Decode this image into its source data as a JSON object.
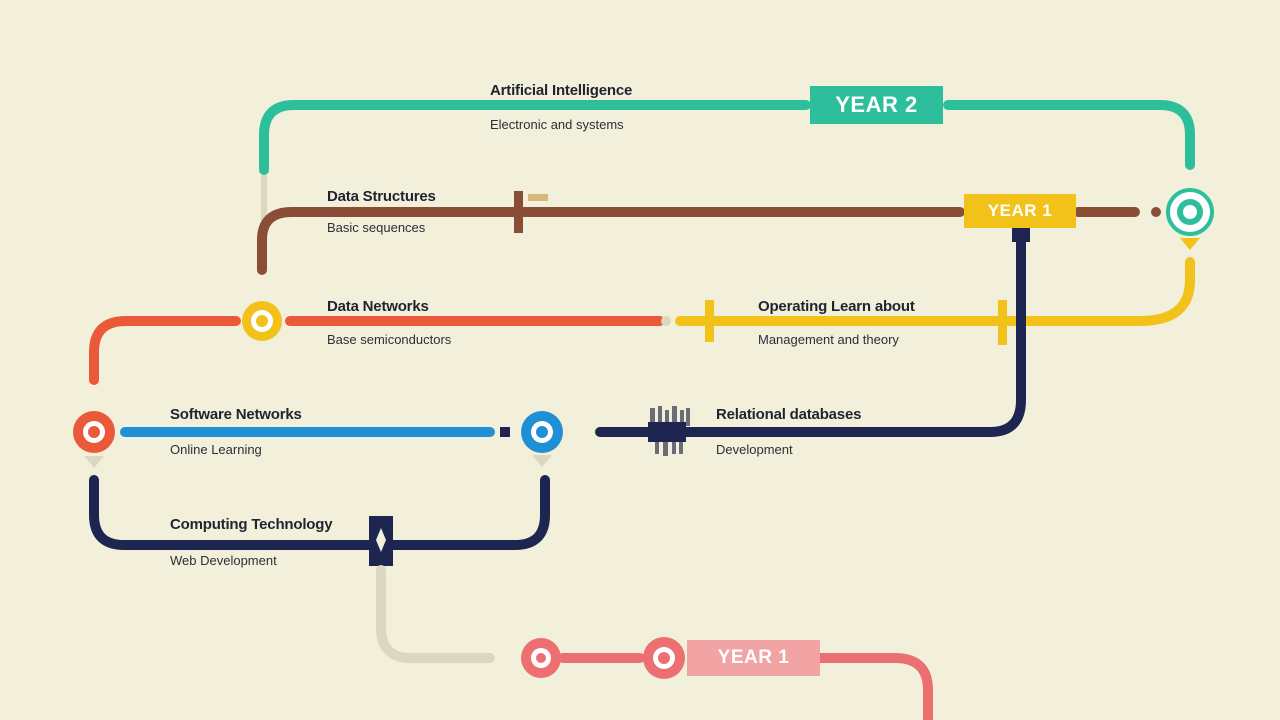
{
  "colors": {
    "background": "#f2efda",
    "teal": "#2dbf9c",
    "brown": "#8a4d36",
    "orange": "#ea5a3a",
    "yellow": "#f2c21b",
    "blue": "#1f8fd6",
    "navy": "#1e2550",
    "pink": "#ec6f72",
    "beige": "#dbd7c0"
  },
  "year_labels": {
    "year2": "YEAR 2",
    "year_mid": "YEAR 1",
    "year1": "YEAR 1"
  },
  "stations": [
    {
      "id": "s1",
      "title": "Artificial Intelligence",
      "subtitle": "Electronic and systems"
    },
    {
      "id": "s2",
      "title": "Data Structures",
      "subtitle": "Basic sequences"
    },
    {
      "id": "s3",
      "title": "Data Networks",
      "subtitle": "Base semiconductors"
    },
    {
      "id": "s4",
      "title": "Operating Learn about",
      "subtitle": "Management and theory"
    },
    {
      "id": "s5",
      "title": "Software Networks",
      "subtitle": "Online Learning"
    },
    {
      "id": "s6",
      "title": "Relational databases",
      "subtitle": "Development"
    },
    {
      "id": "s7",
      "title": "Computing Technology",
      "subtitle": "Web Development"
    }
  ]
}
